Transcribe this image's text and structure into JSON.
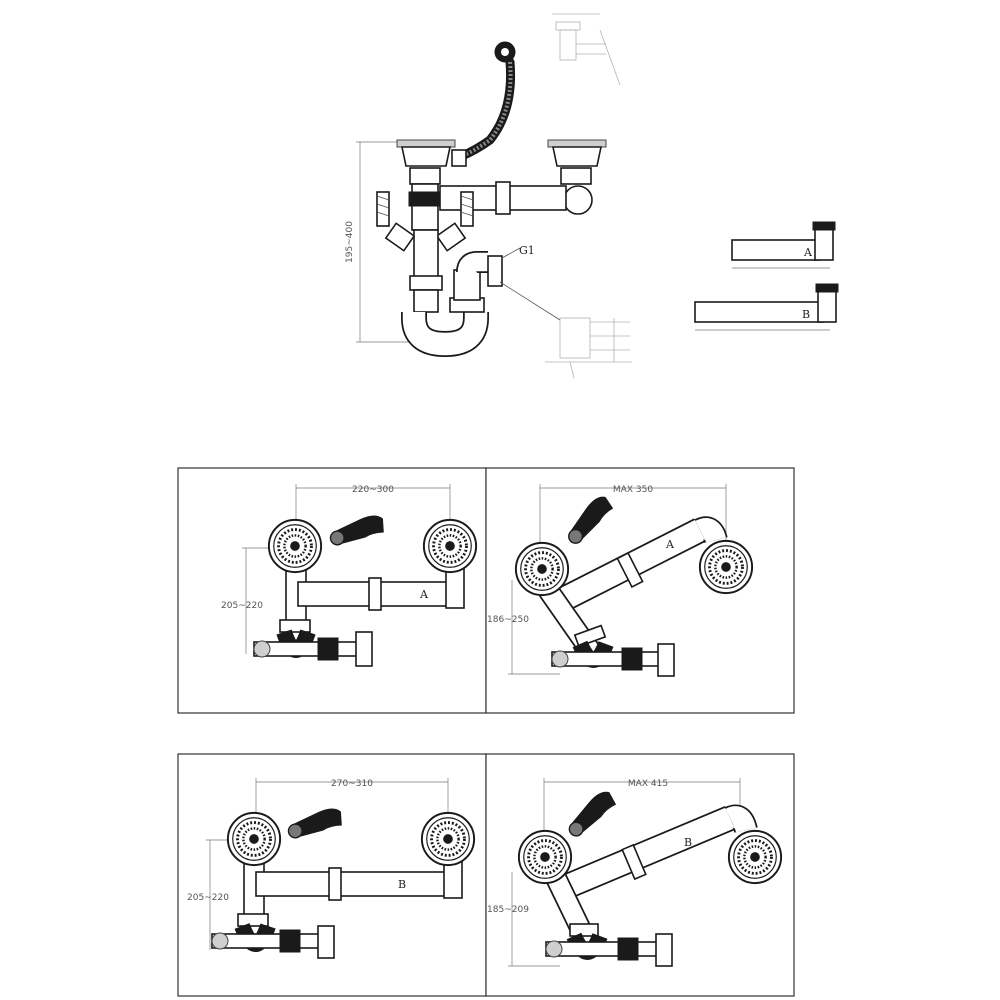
{
  "top_assembly": {
    "thread_label": "G1",
    "height_dim": "195~400"
  },
  "options": [
    {
      "id": "A",
      "piece_tag": "A",
      "dims": [
        {
          "label": "220~300"
        },
        {
          "label": "205~220"
        },
        {
          "label": "MAX 350"
        },
        {
          "label": "186~250"
        }
      ]
    },
    {
      "id": "B",
      "piece_tag": "B",
      "dims": [
        {
          "label": "270~310"
        },
        {
          "label": "205~220"
        },
        {
          "label": "MAX 415"
        },
        {
          "label": "185~209"
        }
      ]
    }
  ]
}
